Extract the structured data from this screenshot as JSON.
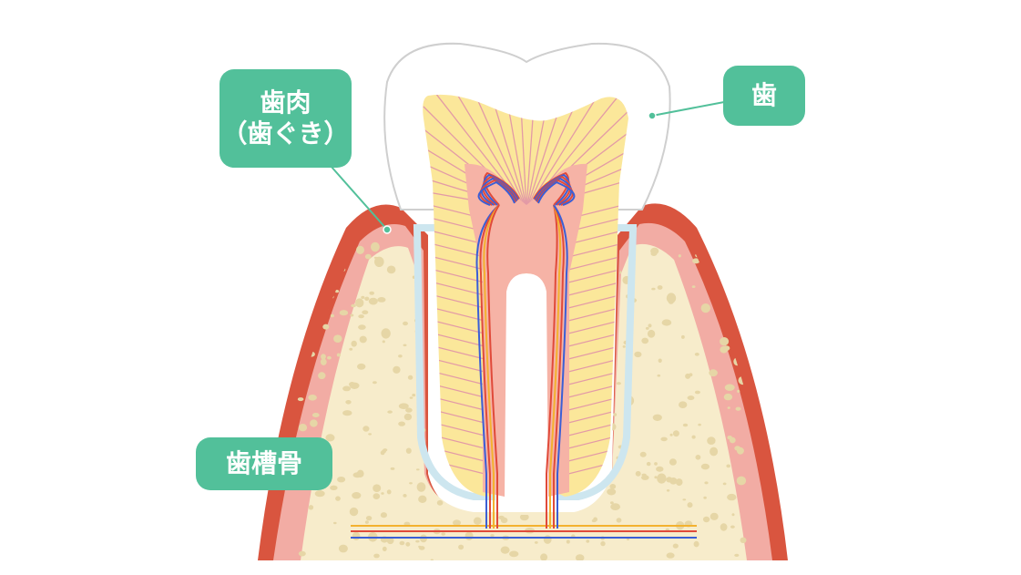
{
  "labels": {
    "gum_line1": "歯肉",
    "gum_line2": "（歯ぐき）",
    "tooth": "歯",
    "alveolar_bone": "歯槽骨"
  },
  "colors": {
    "label_bg": "#52c09a",
    "label_text": "#ffffff",
    "leader_line": "#52c09a",
    "gum_outer": "#d9553f",
    "gum_inner": "#f2aca4",
    "bone": "#f7eccb",
    "bone_pores": "#e6d6a6",
    "dentin": "#fbe79a",
    "dentin_tubules": "#e39aa6",
    "pulp": "#f6b3a6",
    "enamel_outline": "#cfcfcf",
    "periodontal_ligament": "#cde6ef",
    "artery": "#e04a3a",
    "vein": "#3a5fd6",
    "nerve": "#f3b22f"
  }
}
